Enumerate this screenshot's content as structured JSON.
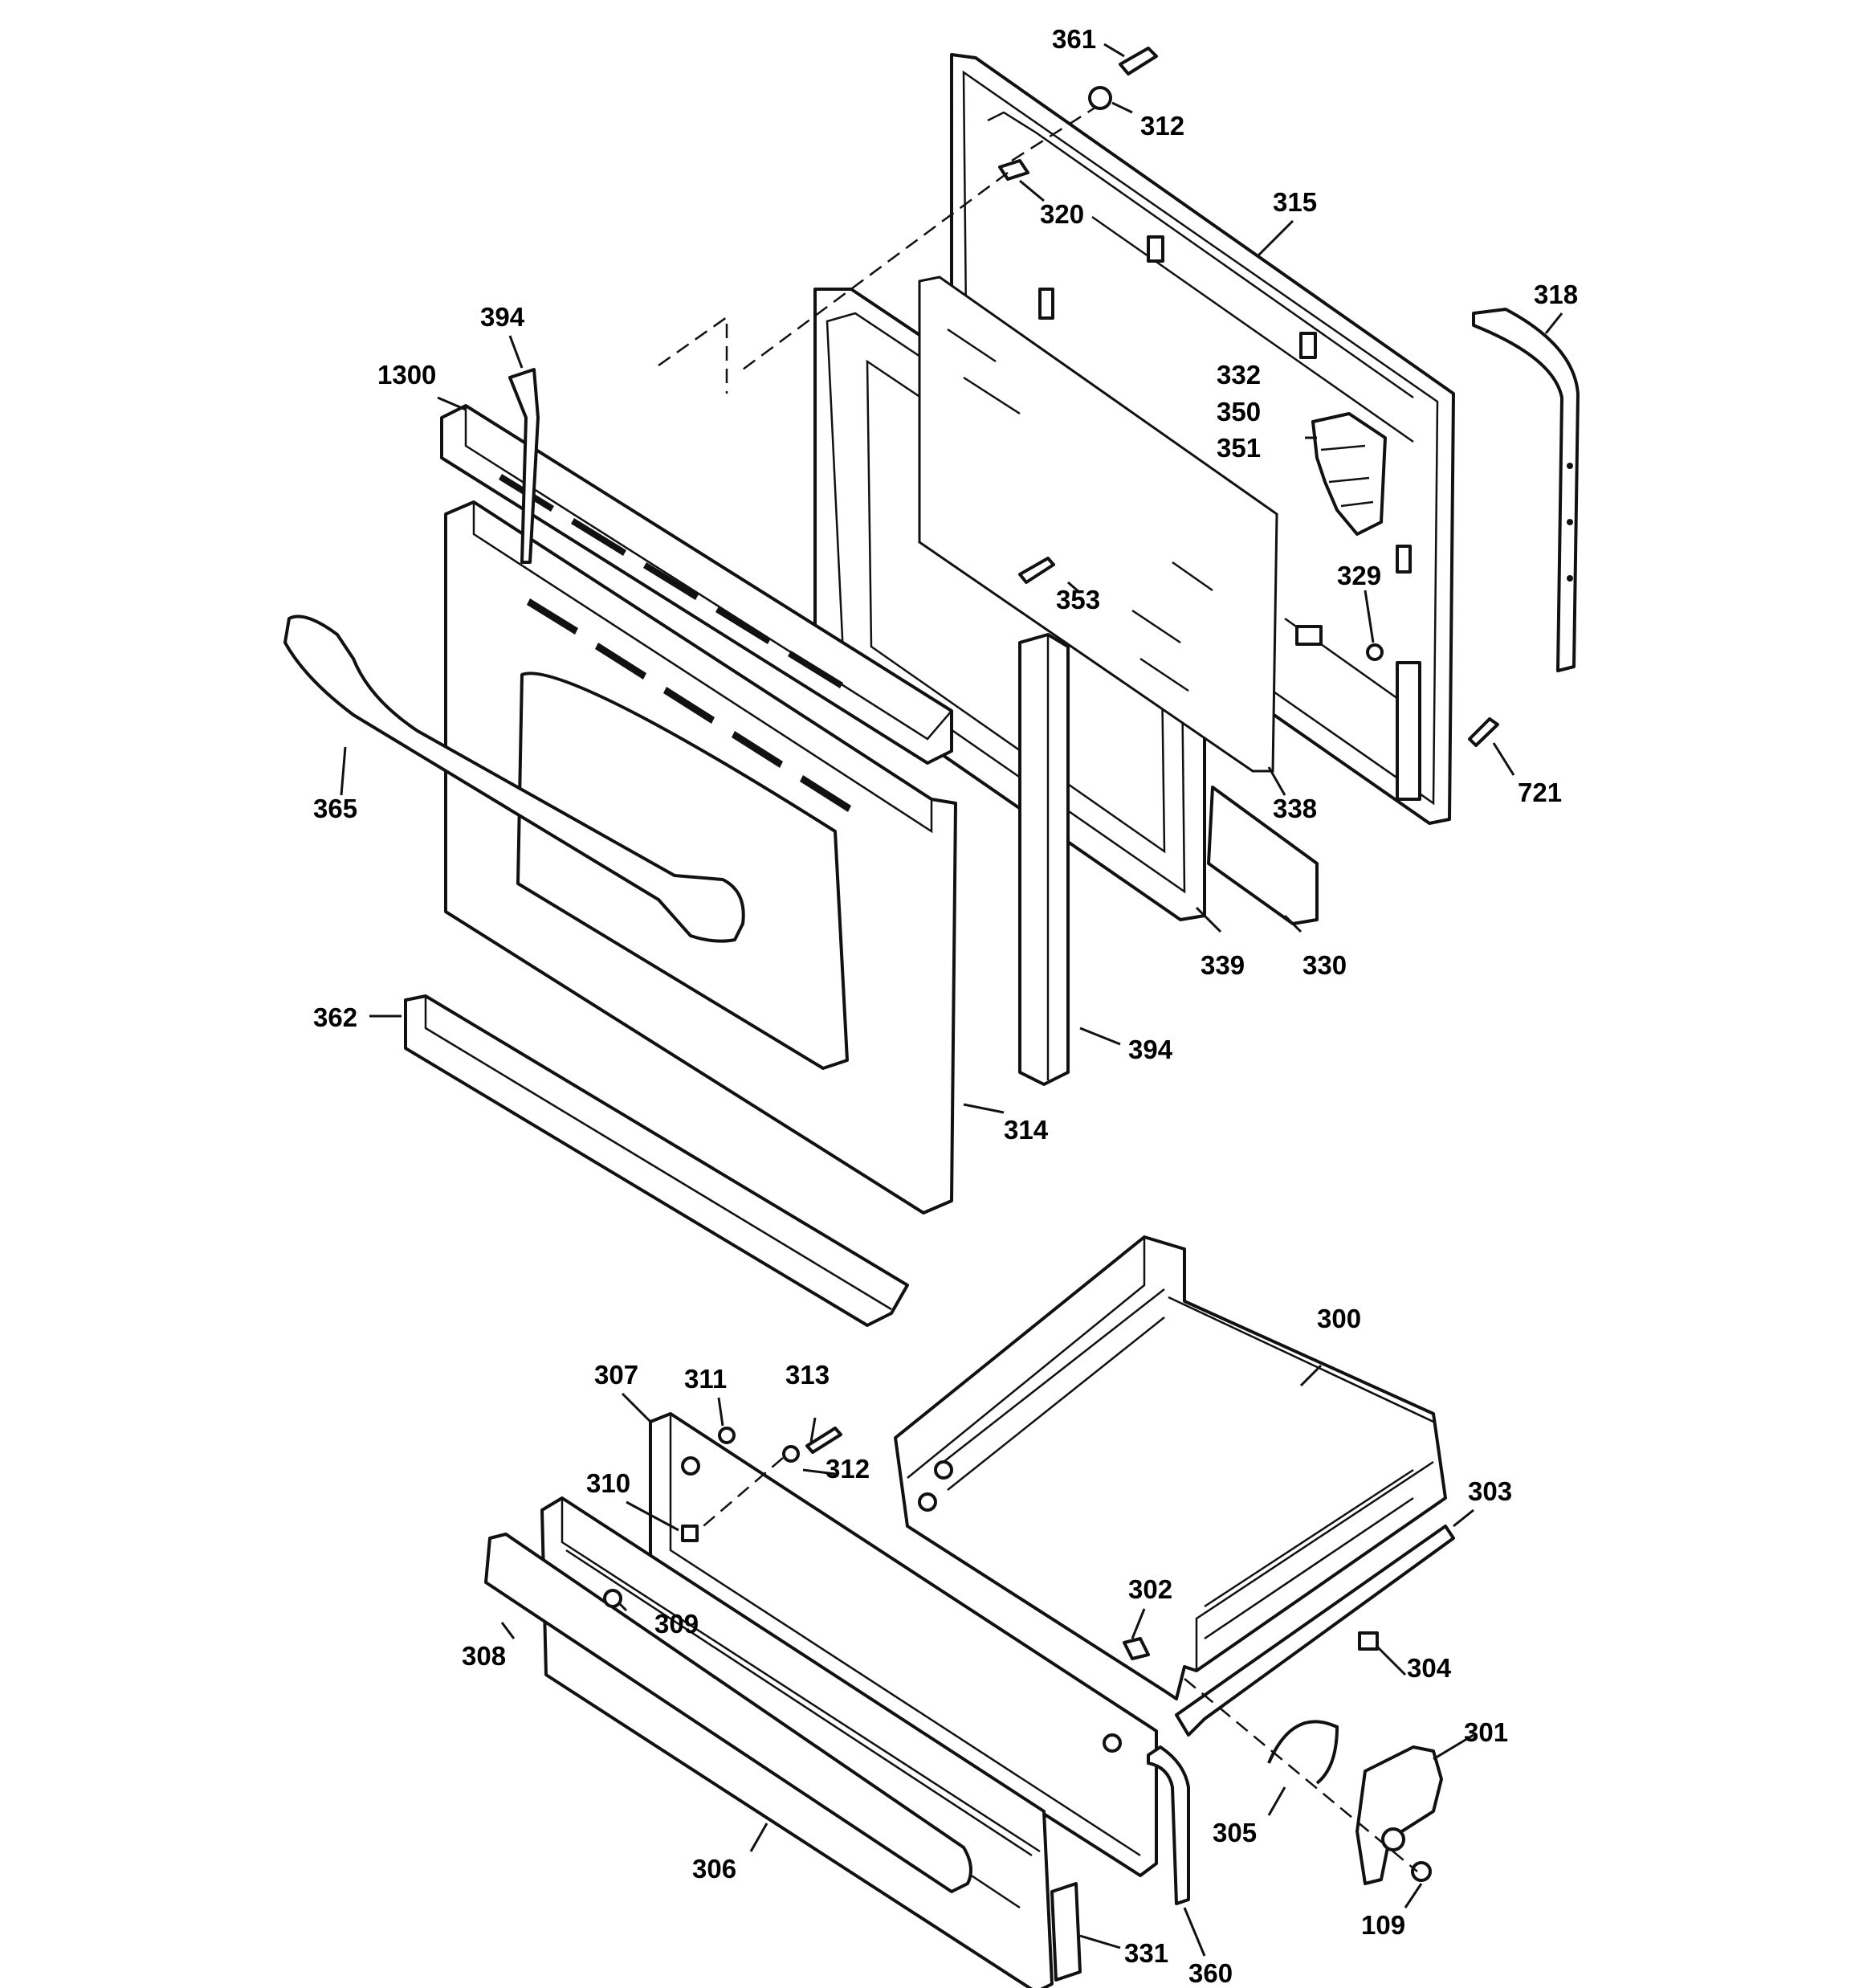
{
  "parts": [
    {
      "id": "p361",
      "number": "361"
    },
    {
      "id": "p312a",
      "number": "312"
    },
    {
      "id": "p320",
      "number": "320"
    },
    {
      "id": "p315",
      "number": "315"
    },
    {
      "id": "p318",
      "number": "318"
    },
    {
      "id": "p394a",
      "number": "394"
    },
    {
      "id": "p1300",
      "number": "1300"
    },
    {
      "id": "p332",
      "number": "332"
    },
    {
      "id": "p350",
      "number": "350"
    },
    {
      "id": "p351",
      "number": "351"
    },
    {
      "id": "p329",
      "number": "329"
    },
    {
      "id": "p353",
      "number": "353"
    },
    {
      "id": "p365",
      "number": "365"
    },
    {
      "id": "p338",
      "number": "338"
    },
    {
      "id": "p721",
      "number": "721"
    },
    {
      "id": "p339",
      "number": "339"
    },
    {
      "id": "p330",
      "number": "330"
    },
    {
      "id": "p362",
      "number": "362"
    },
    {
      "id": "p394b",
      "number": "394"
    },
    {
      "id": "p314",
      "number": "314"
    },
    {
      "id": "p300",
      "number": "300"
    },
    {
      "id": "p307",
      "number": "307"
    },
    {
      "id": "p311",
      "number": "311"
    },
    {
      "id": "p313",
      "number": "313"
    },
    {
      "id": "p312b",
      "number": "312"
    },
    {
      "id": "p310",
      "number": "310"
    },
    {
      "id": "p303",
      "number": "303"
    },
    {
      "id": "p302",
      "number": "302"
    },
    {
      "id": "p309",
      "number": "309"
    },
    {
      "id": "p304",
      "number": "304"
    },
    {
      "id": "p308",
      "number": "308"
    },
    {
      "id": "p301",
      "number": "301"
    },
    {
      "id": "p305",
      "number": "305"
    },
    {
      "id": "p306",
      "number": "306"
    },
    {
      "id": "p109",
      "number": "109"
    },
    {
      "id": "p331",
      "number": "331"
    },
    {
      "id": "p360",
      "number": "360"
    }
  ]
}
